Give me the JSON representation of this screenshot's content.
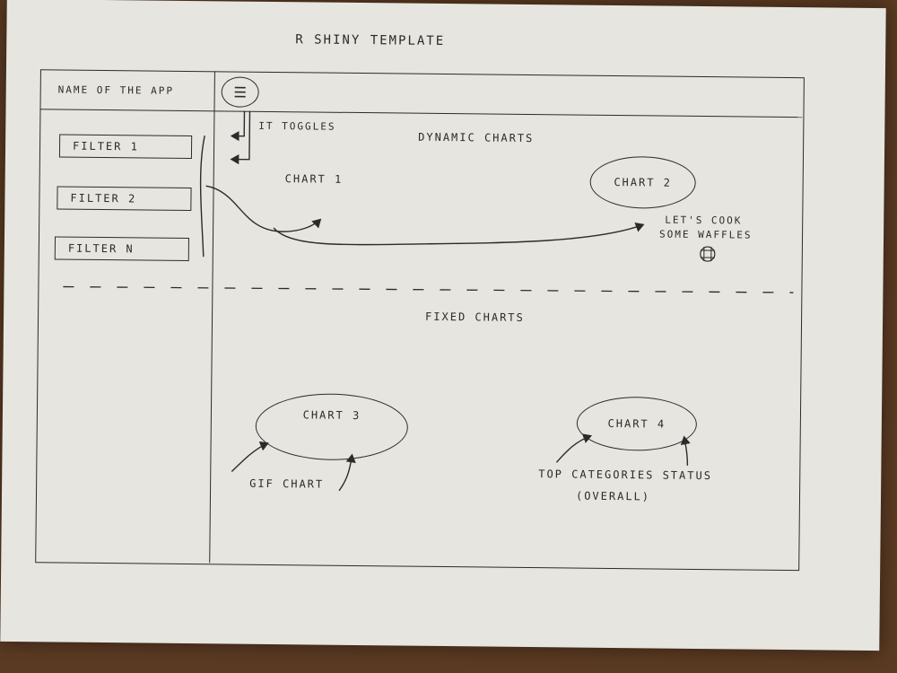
{
  "page": {
    "title": "R SHINY TEMPLATE"
  },
  "header": {
    "app_name": "NAME OF THE APP",
    "menu_icon": "hamburger-menu-icon",
    "toggle_note": "IT TOGGLES"
  },
  "sidebar": {
    "filters": [
      {
        "label": "FILTER 1"
      },
      {
        "label": "FILTER 2"
      },
      {
        "label": "FILTER N"
      }
    ]
  },
  "dynamic_section": {
    "title": "DYNAMIC CHARTS",
    "chart1_label": "CHART 1",
    "chart2_label": "CHART 2",
    "waffle_note_line1": "LET'S COOK",
    "waffle_note_line2": "SOME WAFFLES",
    "waffle_icon": "waffle-icon"
  },
  "fixed_section": {
    "title": "FIXED CHARTS",
    "chart3_label": "CHART 3",
    "chart3_note": "GIF CHART",
    "chart4_label": "CHART 4",
    "chart4_note_line1": "TOP CATEGORIES STATUS",
    "chart4_note_line2": "(OVERALL)"
  }
}
